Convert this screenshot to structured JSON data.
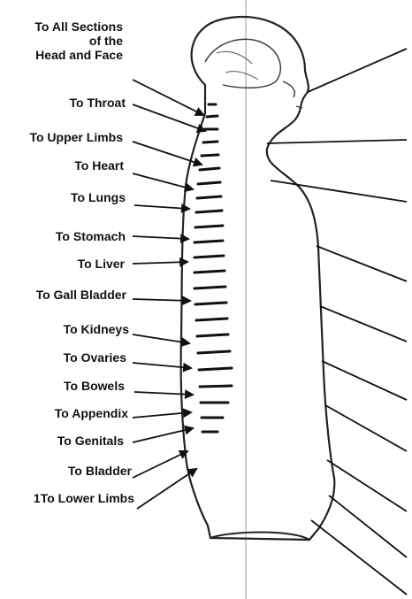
{
  "diagram": {
    "labels": [
      {
        "id": "head",
        "lines": [
          "To All Sections",
          "of the",
          "Head and Face"
        ]
      },
      {
        "id": "throat",
        "lines": [
          "To Throat"
        ]
      },
      {
        "id": "upper-limbs",
        "lines": [
          "To Upper Limbs"
        ]
      },
      {
        "id": "heart",
        "lines": [
          "To Heart"
        ]
      },
      {
        "id": "lungs",
        "lines": [
          "To Lungs"
        ]
      },
      {
        "id": "stomach",
        "lines": [
          "To Stomach"
        ]
      },
      {
        "id": "liver",
        "lines": [
          "To Liver"
        ]
      },
      {
        "id": "gall-bladder",
        "lines": [
          "To Gall Bladder"
        ]
      },
      {
        "id": "kidneys",
        "lines": [
          "To Kidneys"
        ]
      },
      {
        "id": "ovaries",
        "lines": [
          "To Ovaries"
        ]
      },
      {
        "id": "bowels",
        "lines": [
          "To Bowels"
        ]
      },
      {
        "id": "appendix",
        "lines": [
          "To Appendix"
        ]
      },
      {
        "id": "genitals",
        "lines": [
          "To Genitals"
        ]
      },
      {
        "id": "bladder",
        "lines": [
          "To Bladder"
        ]
      },
      {
        "id": "lower-limbs",
        "lines": [
          "1To Lower Limbs"
        ]
      }
    ]
  }
}
